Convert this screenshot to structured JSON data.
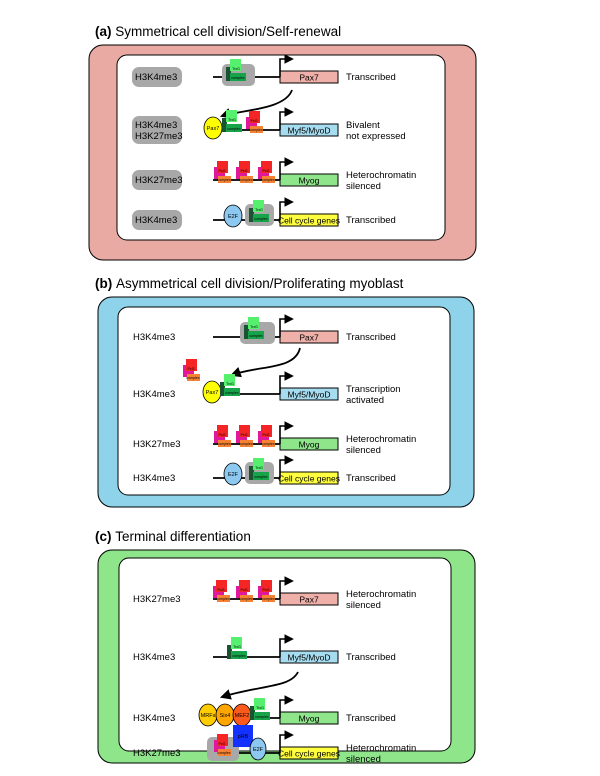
{
  "sections": [
    {
      "letter": "(a)",
      "title": "Symmetrical cell division/Self-renewal",
      "bg": "#e8aaa3",
      "rows": [
        {
          "mark": [
            "H3K4me3"
          ],
          "gene": "Pax7",
          "status": [
            "Transcribed"
          ]
        },
        {
          "mark": [
            "H3K4me3",
            "H3K27me3"
          ],
          "gene": "Myf5/MyoD",
          "status": [
            "Bivalent",
            "not expressed"
          ]
        },
        {
          "mark": [
            "H3K27me3"
          ],
          "gene": "Myog",
          "status": [
            "Heterochromatin",
            "silenced"
          ]
        },
        {
          "mark": [
            "H3K4me3"
          ],
          "gene": "Cell cycle genes",
          "status": [
            "Transcribed"
          ]
        }
      ]
    },
    {
      "letter": "(b)",
      "title": "Asymmetrical cell division/Proliferating myoblast",
      "bg": "#8fd3ea",
      "rows": [
        {
          "mark": [
            "H3K4me3"
          ],
          "gene": "Pax7",
          "status": [
            "Transcribed"
          ]
        },
        {
          "mark": [
            "H3K4me3"
          ],
          "gene": "Myf5/MyoD",
          "status": [
            "Transcription",
            "activated"
          ]
        },
        {
          "mark": [
            "H3K27me3"
          ],
          "gene": "Myog",
          "status": [
            "Heterochromatin",
            "silenced"
          ]
        },
        {
          "mark": [
            "H3K4me3"
          ],
          "gene": "Cell cycle genes",
          "status": [
            "Transcribed"
          ]
        }
      ]
    },
    {
      "letter": "(c)",
      "title": "Terminal differentiation",
      "bg": "#8ee58a",
      "rows": [
        {
          "mark": [
            "H3K27me3"
          ],
          "gene": "Pax7",
          "status": [
            "Heterochromatin",
            "silenced"
          ]
        },
        {
          "mark": [
            "H3K4me3"
          ],
          "gene": "Myf5/MyoD",
          "status": [
            "Transcribed"
          ]
        },
        {
          "mark": [
            "H3K4me3"
          ],
          "gene": "Myog",
          "status": [
            "Transcribed"
          ]
        },
        {
          "mark": [
            "H3K27me3"
          ],
          "gene": "Cell cycle genes",
          "status": [
            "Heterochromatin",
            "silenced"
          ]
        }
      ]
    }
  ],
  "protein_labels": {
    "pax7": "Pax7",
    "e2f": "E2F",
    "prb": "pRB",
    "mrfs": "MRFs",
    "six4": "Six4",
    "mef2": "MEF2",
    "pcg_line1": "PcG",
    "pcg_line2": "complex",
    "trxg_line1": "TrxG",
    "trxg_line2": "complex"
  },
  "colors": {
    "gene_pax7": "#eeb0a8",
    "gene_myf5": "#a6dcef",
    "gene_myog": "#8ee58a",
    "gene_cellcycle": "#ffff40",
    "pax7_ellipse": "#ffff00",
    "e2f": "#8cc8f0",
    "prb": "#1432ff",
    "mrfs": "#ffcc00",
    "six4": "#ffa500",
    "mef2": "#ff5a1e",
    "pcg_magenta": "#e0189c",
    "pcg_red": "#f52525",
    "pcg_orange": "#f58232",
    "trxg_dark": "#1a5232",
    "trxg_light": "#55f06e",
    "trxg_mid": "#17a34a",
    "mark_badge": "#a8a8a8"
  }
}
